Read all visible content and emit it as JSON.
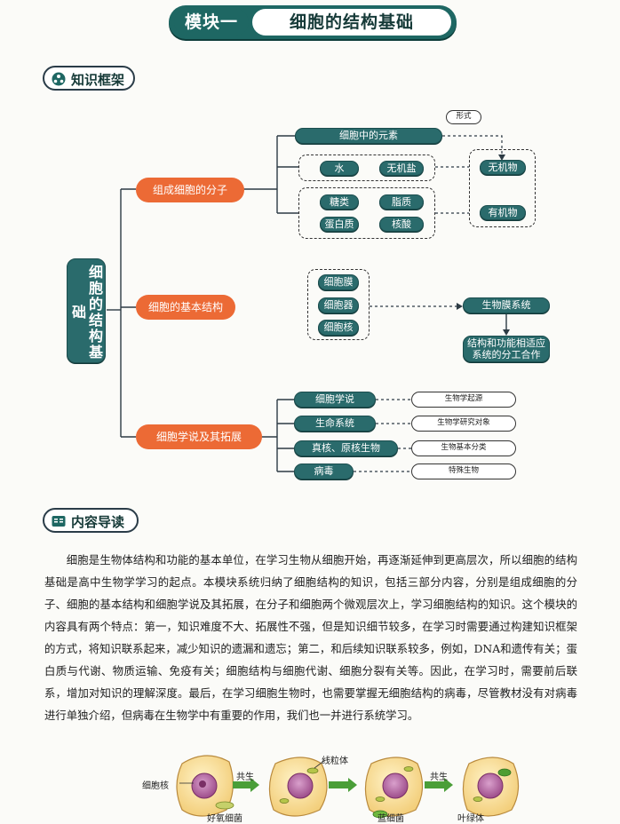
{
  "header": {
    "module": "模块一",
    "title": "细胞的结构基础"
  },
  "sections": {
    "framework": "知识框架",
    "reading": "内容导读"
  },
  "map": {
    "root": "细胞的结构基础",
    "branches": [
      "组成细胞的分子",
      "细胞的基本结构",
      "细胞学说及其拓展"
    ],
    "molecules": {
      "elements": "细胞中的元素",
      "inorganic_items": [
        "水",
        "无机盐"
      ],
      "organic_items": [
        "糖类",
        "脂质",
        "蛋白质",
        "核酸"
      ],
      "inorganic": "无机物",
      "organic": "有机物",
      "form_label": "形式"
    },
    "structure": {
      "parts": [
        "细胞膜",
        "细胞器",
        "细胞核"
      ],
      "biomembrane": "生物膜系统",
      "adaptation": [
        "结构和功能相适应",
        "系统的分工合作"
      ]
    },
    "theory": {
      "items": [
        "细胞学说",
        "生命系统",
        "真核、原核生物",
        "病毒"
      ],
      "labels": [
        "生物学起源",
        "生物学研究对象",
        "生物基本分类",
        "特殊生物"
      ]
    }
  },
  "reading": {
    "paragraph": "细胞是生物体结构和功能的基本单位，在学习生物从细胞开始，再逐渐延伸到更高层次，所以细胞的结构基础是高中生物学学习的起点。本模块系统归纳了细胞结构的知识，包括三部分内容，分别是组成细胞的分子、细胞的基本结构和细胞学说及其拓展，在分子和细胞两个微观层次上，学习细胞结构的知识。这个模块的内容具有两个特点：第一，知识难度不大、拓展性不强，但是知识细节较多，在学习时需要通过构建知识框架的方式，将知识联系起来，减少知识的遗漏和遗忘；第二，和后续知识联系较多，例如，DNA和遗传有关；蛋白质与代谢、物质运输、免疫有关；细胞结构与细胞代谢、细胞分裂有关等。因此，在学习时，需要前后联系，增加对知识的理解深度。最后，在学习细胞生物时，也需要掌握无细胞结构的病毒，尽管教材没有对病毒进行单独介绍，但病毒在生物学中有重要的作用，我们也一并进行系统学习。"
  },
  "illustration": {
    "labels": {
      "nucleus": "细胞核",
      "aerobic": "好氧细菌",
      "symbiosis1": "共生",
      "mitochondria": "线粒体",
      "cyanobacteria": "蓝细菌",
      "symbiosis2": "共生",
      "chloroplast": "叶绿体"
    }
  }
}
